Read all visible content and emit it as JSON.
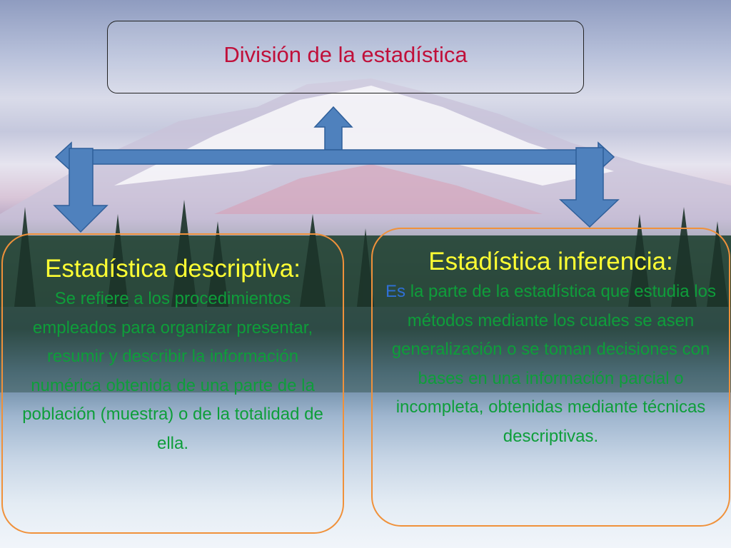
{
  "slide": {
    "title": "División de la estadística",
    "left_card": {
      "heading": "Estadística descriptiva:",
      "body": "Se refiere a los procedimientos empleados para organizar presentar, resumir y describir la información numérica obtenida de una parte de la población (muestra) o de la totalidad de ella."
    },
    "right_card": {
      "heading": "Estadística inferencia:",
      "lead": "Es",
      "body": " la parte de la estadística que estudia los métodos mediante los cuales se asen generalización o se toman decisiones con bases en una información parcial o incompleta, obtenidas mediante técnicas descriptivas."
    }
  },
  "colors": {
    "title_text": "#c0103a",
    "arrow_fill": "#4f81bd",
    "arrow_stroke": "#2f5f9a",
    "card_border": "#f0913a",
    "heading_text": "#ffff33",
    "body_text": "#0e9e3a",
    "lead_text": "#2f6fd6"
  }
}
